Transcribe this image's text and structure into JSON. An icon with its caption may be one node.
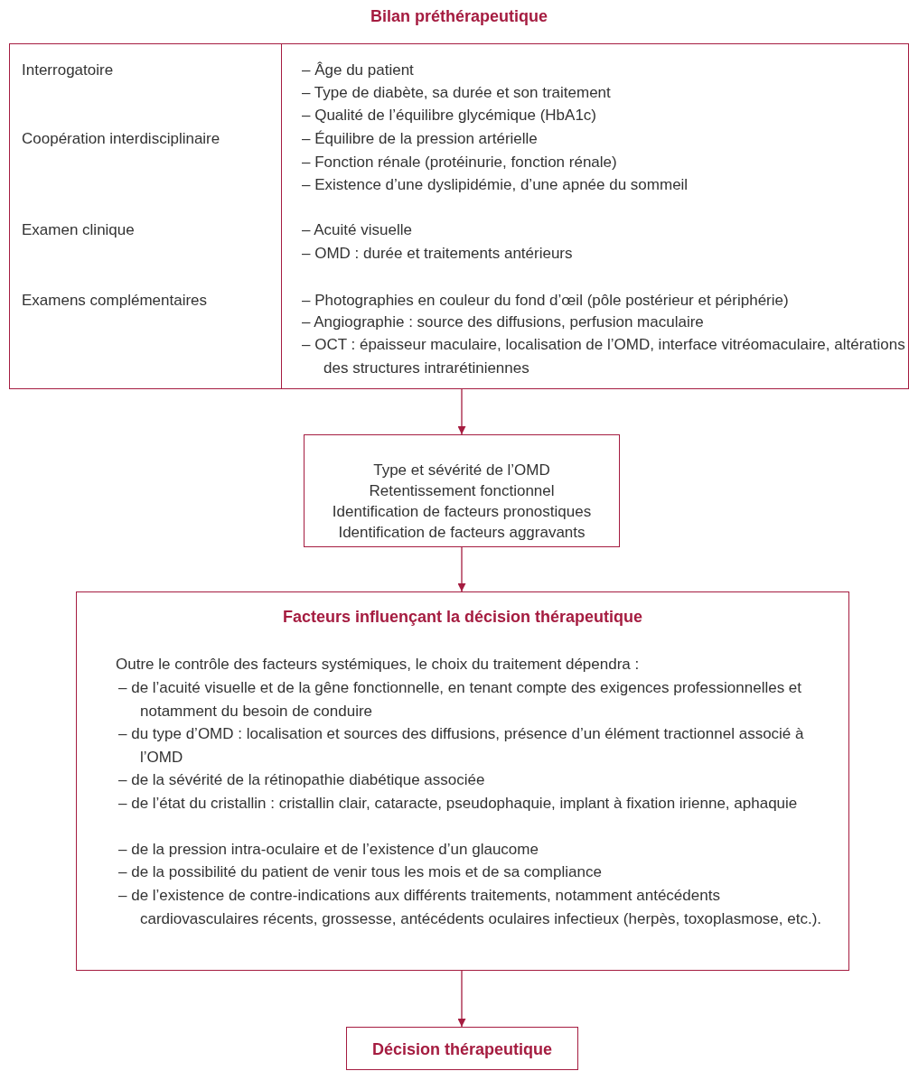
{
  "diagram": {
    "nodes": [
      {
        "text": [
          "Bilan préthérapeutique",
          "Interrogatoire",
          "Coopération interdisciplinaire",
          "Examen clinique",
          "Examens complémentaires",
          "– Âge du patient",
          "– Type de diabète, sa durée et son traitement",
          "– Qualité de l’équilibre glycémique (HbA1c)",
          "– Équilibre de la pression artérielle",
          "– Fonction rénale (protéinurie, fonction rénale)",
          "– Existence d’une dyslipidémie, d’une apnée du sommeil",
          "– Acuité visuelle",
          "– OMD : durée et traitements antérieurs",
          "– Photographies en couleur du fond d’œil (pôle postérieur et périphérie)",
          "– Angiographie : source des diffusions, perfusion maculaire",
          "– OCT : épaisseur maculaire, localisation de l’OMD, interface vitréomaculaire, altérations des structures intrarétiniennes"
        ]
      },
      {
        "text": [
          "Type et sévérité de l’OMD",
          "Retentissement fonctionnel",
          "Identification de facteurs pronostiques",
          "Identification de facteurs aggravants"
        ]
      },
      {
        "text": [
          "Facteurs influençant la décision thérapeutique",
          "Outre le contrôle des facteurs systémiques, le choix du traitement dépendra :",
          "– de l’acuité visuelle et de la gêne fonctionnelle, en tenant compte des exigences professionnelles et notamment du besoin de conduire",
          "– du type d’OMD : localisation et sources des diffusions, présence d’un élément tractionnel associé à l’OMD",
          "– de la sévérité de la rétinopathie diabétique associée",
          "– de l’état du cristallin : cristallin clair, cataracte, pseudophaquie, implant à fixation irienne, aphaquie",
          "– de la pression intra-oculaire et de l’existence d’un glaucome",
          "– de la possibilité du patient de venir tous les mois et de sa compliance",
          "– de l’existence de contre-indications aux différents traitements, notamment antécédents cardiovasculaires récents, grossesse, antécédents oculaires infectieux (herpès, toxoplasmose, etc.)."
        ]
      },
      {
        "text": [
          "Décision thérapeutique"
        ]
      }
    ],
    "edges": [
      {
        "from": 0,
        "to": 1,
        "arrow": "to"
      },
      {
        "from": 1,
        "to": 2,
        "arrow": "to"
      },
      {
        "from": 2,
        "to": 3,
        "arrow": "to"
      }
    ]
  }
}
